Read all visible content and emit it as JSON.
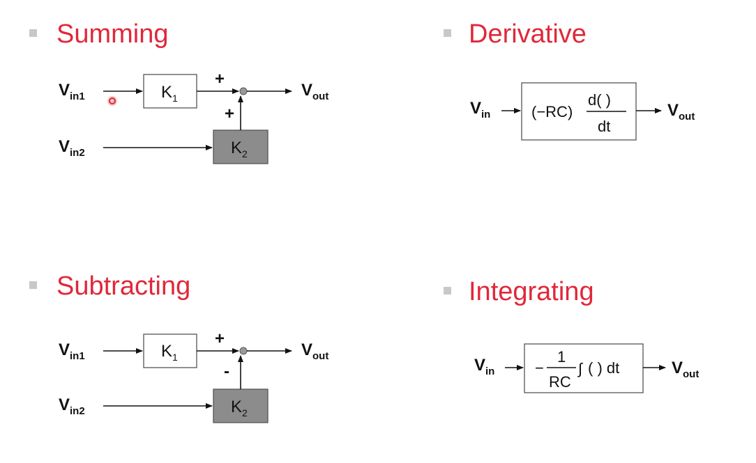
{
  "sections": [
    {
      "title": "Summing"
    },
    {
      "title": "Derivative"
    },
    {
      "title": "Subtracting"
    },
    {
      "title": "Integrating"
    }
  ],
  "labels": {
    "v": "V",
    "in1": "in1",
    "in2": "in2",
    "in": "in",
    "out": "out",
    "k": "K",
    "sub1": "1",
    "sub2": "2",
    "plus": "+",
    "minus": "-"
  },
  "derivative": {
    "prefix": "(−RC)",
    "numerator": "d( )",
    "denominator": "dt"
  },
  "integrating": {
    "prefix": "−",
    "numerator": "1",
    "denominator": "RC",
    "integral": "∫",
    "operand": "( ) dt"
  }
}
